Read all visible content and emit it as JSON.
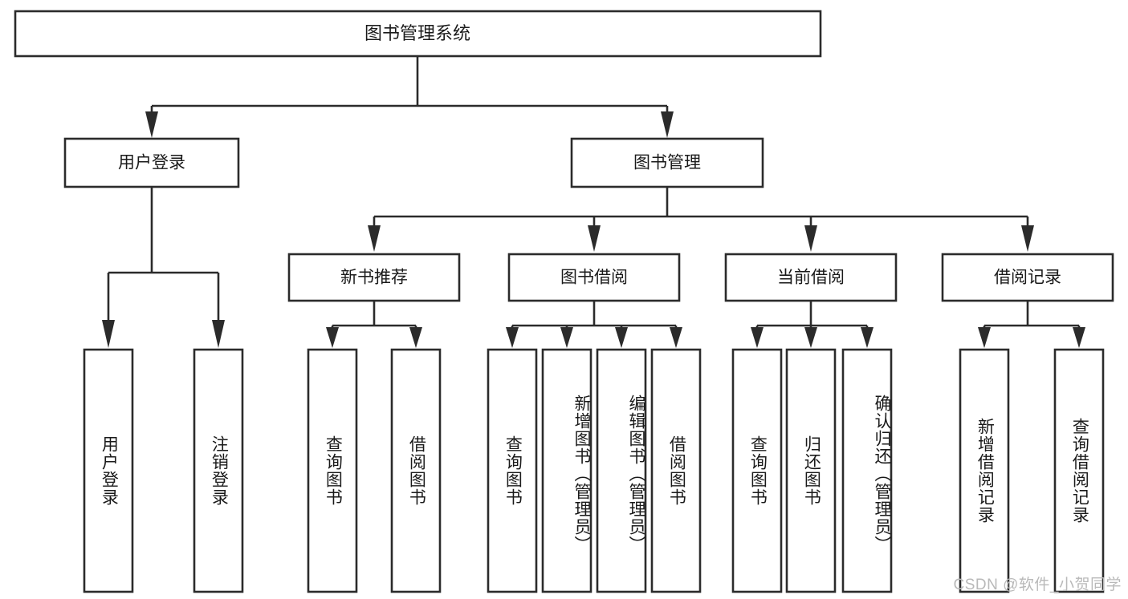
{
  "diagram": {
    "type": "tree",
    "title": "图书管理系统",
    "watermark": "CSDN @软件_小贺同学",
    "colors": {
      "stroke": "#2b2b2b",
      "fill": "#ffffff",
      "text": "#1a1a1a",
      "watermark": "#b9b9b9",
      "background": "#ffffff"
    },
    "root": {
      "label": "图书管理系统"
    },
    "level2": [
      {
        "label": "用户登录"
      },
      {
        "label": "图书管理"
      }
    ],
    "level3": [
      {
        "label": "新书推荐"
      },
      {
        "label": "图书借阅"
      },
      {
        "label": "当前借阅"
      },
      {
        "label": "借阅记录"
      }
    ],
    "leaves": {
      "user_login": [
        {
          "label": "用户登录"
        },
        {
          "label": "注销登录"
        }
      ],
      "new_book_recommend": [
        {
          "label": "查询图书"
        },
        {
          "label": "借阅图书"
        }
      ],
      "book_borrow": [
        {
          "label": "查询图书"
        },
        {
          "label": "新增图书（管理员）"
        },
        {
          "label": "编辑图书（管理员）"
        },
        {
          "label": "借阅图书"
        }
      ],
      "current_borrow": [
        {
          "label": "查询图书"
        },
        {
          "label": "归还图书"
        },
        {
          "label": "确认归还（管理员）"
        }
      ],
      "borrow_record": [
        {
          "label": "新增借阅记录"
        },
        {
          "label": "查询借阅记录"
        }
      ]
    }
  }
}
